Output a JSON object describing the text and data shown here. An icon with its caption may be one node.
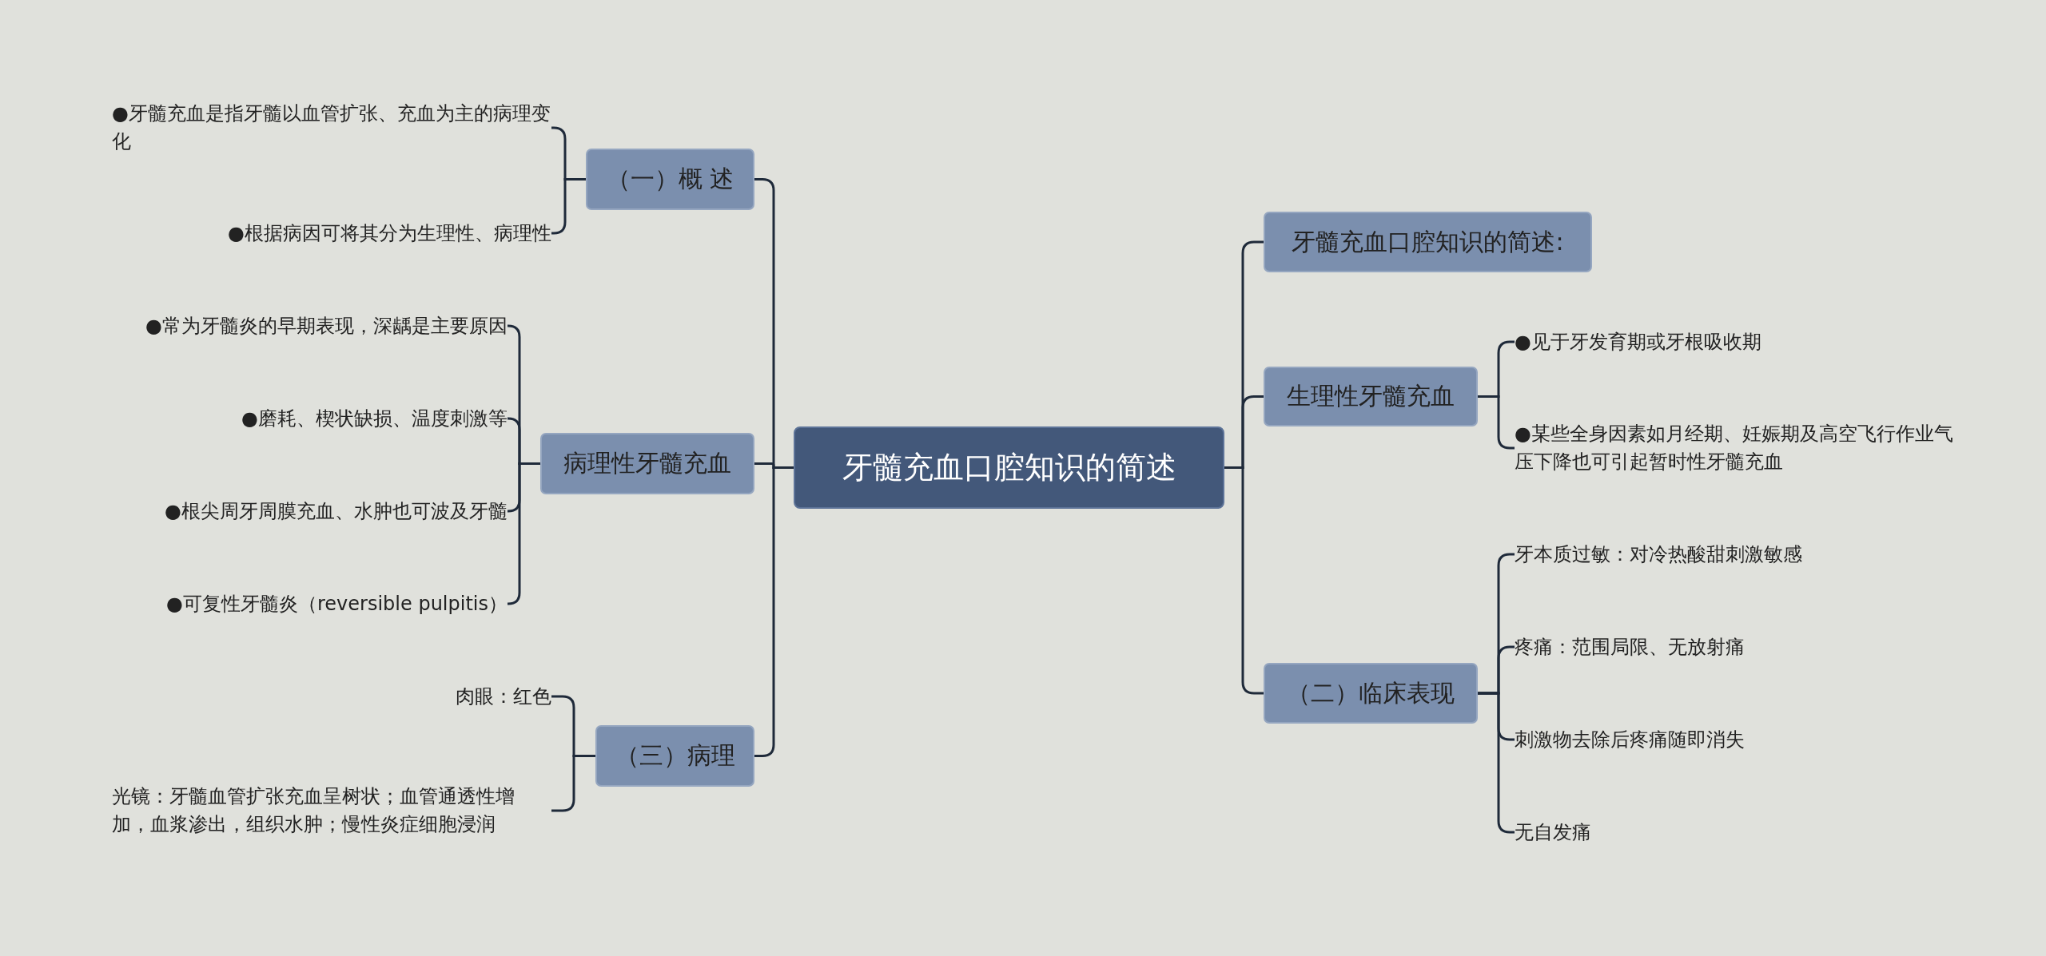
{
  "diagram": {
    "nodes": [
      {
        "text": [
          "牙髓充血口腔知识的简述"
        ]
      },
      {
        "text": [
          "（一）概 述"
        ]
      },
      {
        "text": [
          "●牙髓充血是指牙髓以血管扩张、充血为主的病理变化"
        ]
      },
      {
        "text": [
          "●根据病因可将其分为生理性、病理性"
        ]
      },
      {
        "text": [
          "病理性牙髓充血"
        ]
      },
      {
        "text": [
          "●常为牙髓炎的早期表现，深龋是主要原因"
        ]
      },
      {
        "text": [
          "●磨耗、楔状缺损、温度刺激等"
        ]
      },
      {
        "text": [
          "●根尖周牙周膜充血、水肿也可波及牙髓"
        ]
      },
      {
        "text": [
          "●可复性牙髓炎（reversible pulpitis）"
        ]
      },
      {
        "text": [
          "（三）病理"
        ]
      },
      {
        "text": [
          "肉眼：红色"
        ]
      },
      {
        "text": [
          "光镜：牙髓血管扩张充血呈树状；血管通透性增加，血浆渗出，组织水肿；慢性炎症细胞浸润"
        ]
      },
      {
        "text": [
          "牙髓充血口腔知识的简述:"
        ]
      },
      {
        "text": [
          "生理性牙髓充血"
        ]
      },
      {
        "text": [
          "●见于牙发育期或牙根吸收期"
        ]
      },
      {
        "text": [
          "●某些全身因素如月经期、妊娠期及高空飞行作业气压下降也可引起暂时性牙髓充血"
        ]
      },
      {
        "text": [
          "（二）临床表现"
        ]
      },
      {
        "text": [
          "牙本质过敏：对冷热酸甜刺激敏感"
        ]
      },
      {
        "text": [
          "疼痛：范围局限、无放射痛"
        ]
      },
      {
        "text": [
          "刺激物去除后疼痛随即消失"
        ]
      },
      {
        "text": [
          "无自发痛"
        ]
      }
    ],
    "edges": [
      {
        "from": 0,
        "to": 1,
        "arrow": "none"
      },
      {
        "from": 0,
        "to": 4,
        "arrow": "none"
      },
      {
        "from": 0,
        "to": 9,
        "arrow": "none"
      },
      {
        "from": 0,
        "to": 12,
        "arrow": "none"
      },
      {
        "from": 0,
        "to": 13,
        "arrow": "none"
      },
      {
        "from": 0,
        "to": 16,
        "arrow": "none"
      },
      {
        "from": 1,
        "to": 2,
        "arrow": "none"
      },
      {
        "from": 1,
        "to": 3,
        "arrow": "none"
      },
      {
        "from": 4,
        "to": 5,
        "arrow": "none"
      },
      {
        "from": 4,
        "to": 6,
        "arrow": "none"
      },
      {
        "from": 4,
        "to": 7,
        "arrow": "none"
      },
      {
        "from": 4,
        "to": 8,
        "arrow": "none"
      },
      {
        "from": 9,
        "to": 10,
        "arrow": "none"
      },
      {
        "from": 9,
        "to": 11,
        "arrow": "none"
      },
      {
        "from": 13,
        "to": 14,
        "arrow": "none"
      },
      {
        "from": 13,
        "to": 15,
        "arrow": "none"
      },
      {
        "from": 16,
        "to": 17,
        "arrow": "none"
      },
      {
        "from": 16,
        "to": 18,
        "arrow": "none"
      },
      {
        "from": 16,
        "to": 19,
        "arrow": "none"
      },
      {
        "from": 16,
        "to": 20,
        "arrow": "none"
      }
    ]
  }
}
